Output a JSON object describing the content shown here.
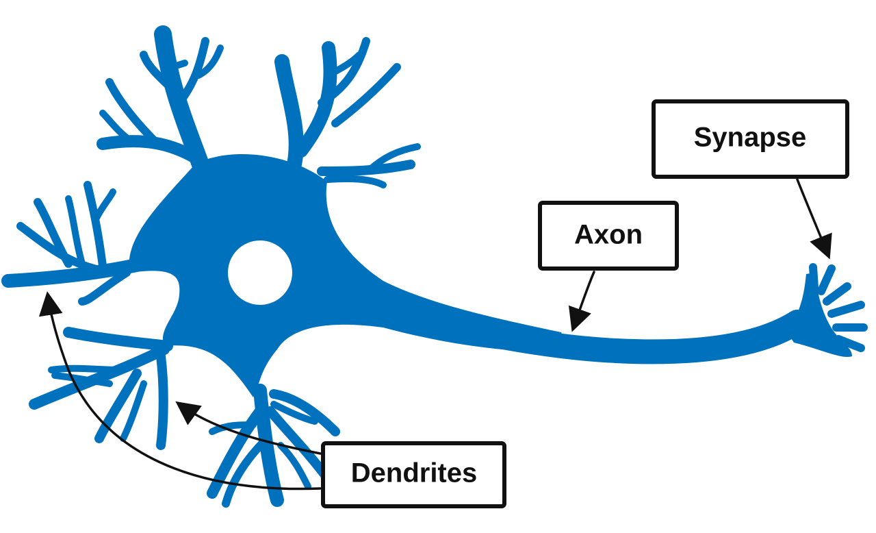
{
  "colors": {
    "neuron": "#0071bc",
    "nucleus": "#ffffff",
    "ink": "#111111",
    "background": "#ffffff"
  },
  "labels": {
    "synapse": "Synapse",
    "axon": "Axon",
    "dendrites": "Dendrites"
  }
}
